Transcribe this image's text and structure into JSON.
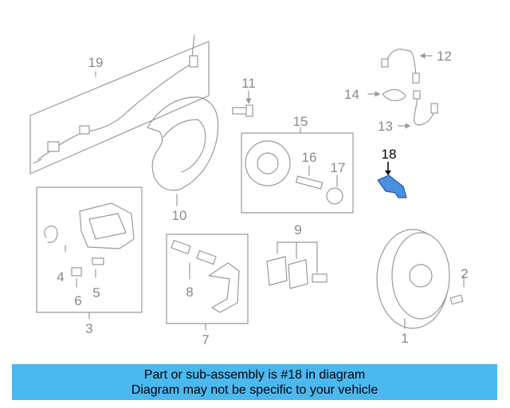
{
  "diagram": {
    "callouts": {
      "c1": "1",
      "c2": "2",
      "c3": "3",
      "c4": "4",
      "c5": "5",
      "c6": "6",
      "c7": "7",
      "c8": "8",
      "c9": "9",
      "c10": "10",
      "c11": "11",
      "c12": "12",
      "c13": "13",
      "c14": "14",
      "c15": "15",
      "c16": "16",
      "c17": "17",
      "c18": "18",
      "c19": "19"
    },
    "highlighted_part": "18",
    "highlight_color": "#4a8fe0"
  },
  "banner": {
    "line1": "Part or sub-assembly is #18 in diagram",
    "line2": "Diagram may not be specific to your vehicle",
    "background": "#4cb8f0"
  }
}
